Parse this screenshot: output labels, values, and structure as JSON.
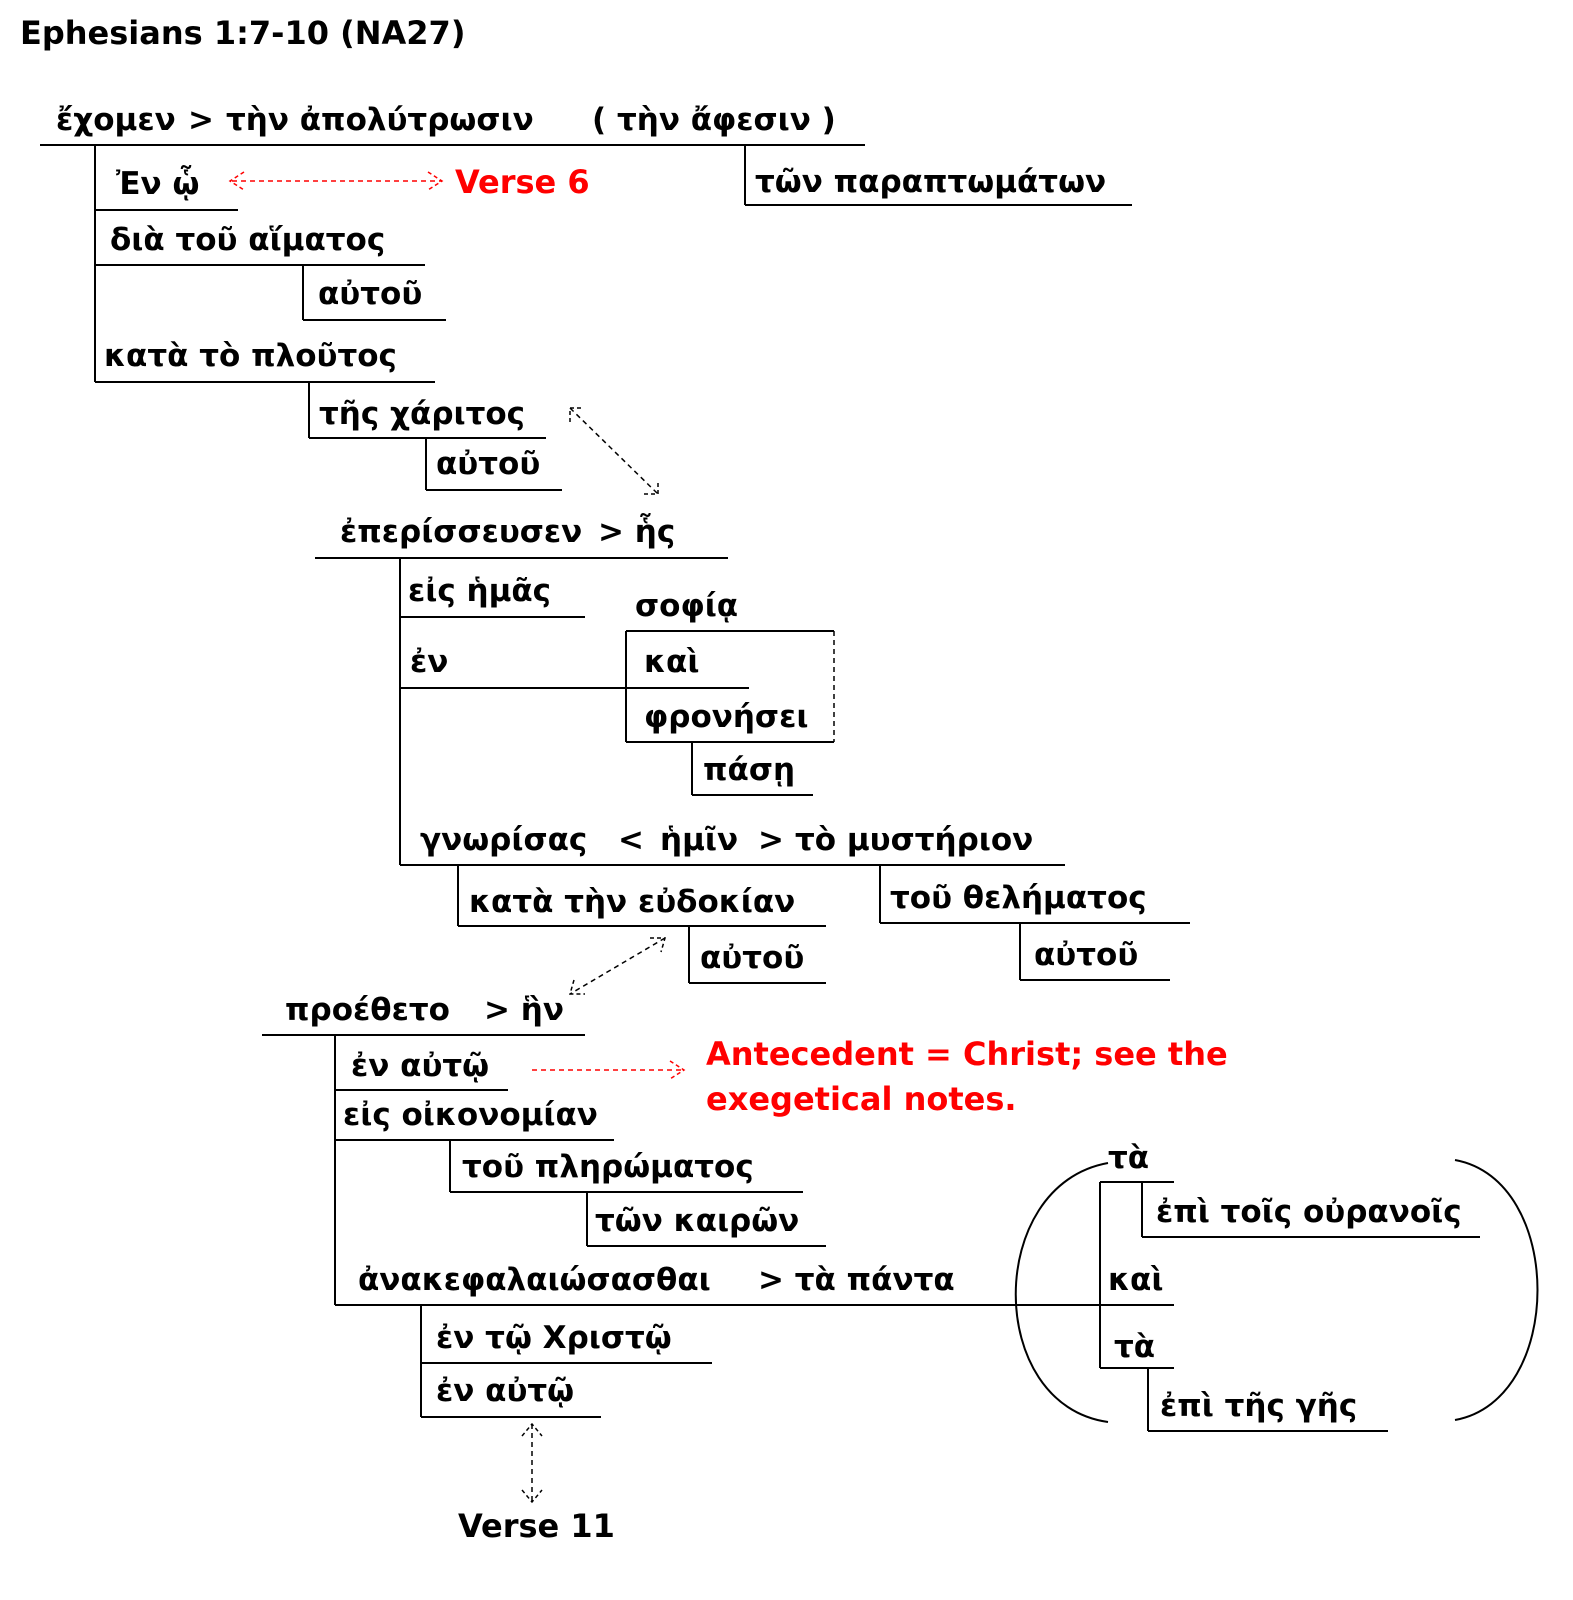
{
  "title": "Ephesians 1:7-10 (NA27)",
  "words": {
    "echomen": "ἔχομεν",
    "gt1": ">",
    "ten_apolytrosin": "τὴν ἀπολύτρωσιν",
    "ten_aphesin": "( τὴν ἄφεσιν )",
    "ton_paraptomaton": "τῶν παραπτωμάτων",
    "en_ho": "Ἐν ᾧ",
    "dia_tou_haimatos": "διὰ τοῦ αἵματος",
    "autou_1": "αὐτοῦ",
    "kata_to_ploutos": "κατὰ τὸ πλοῦτος",
    "tes_charitos": "τῆς χάριτος",
    "autou_2": "αὐτοῦ",
    "eperisseusen": "ἐπερίσσευσεν",
    "hes": "> ἧς",
    "eis_hemas": "εἰς ἡμᾶς",
    "en_1": "ἐν",
    "sophia": "σοφίᾳ",
    "kai_1": "καὶ",
    "phronesei": "φρονήσει",
    "pase": "πάσῃ",
    "gnorisas": "γνωρίσας",
    "lt": "<",
    "hemin": "ἡμῖν",
    "gt2": ">",
    "to_mysterion": "τὸ μυστήριον",
    "kata_ten_eudokian": "κατὰ τὴν εὐδοκίαν",
    "autou_3": "αὐτοῦ",
    "tou_thelematos": "τοῦ θελήματος",
    "autou_4": "αὐτοῦ",
    "proetheto": "προέθετο",
    "hen": "> ἣν",
    "en_auto_1": "ἐν αὐτῷ",
    "eis_oikonomian": "εἰς οἰκονομίαν",
    "tou_pleromatos": "τοῦ πληρώματος",
    "ton_kairon": "τῶν καιρῶν",
    "anakephalaiosasthai": "ἀνακεφαλαιώσασθαι",
    "ta_panta": "> τὰ πάντα",
    "en_to_christo": "ἐν τῷ Χριστῷ",
    "en_auto_2": "ἐν αὐτῷ",
    "ta_1": "τὰ",
    "epi_tois_ouranois": "ἐπὶ τοῖς οὐρανοῖς",
    "kai_2": "καὶ",
    "ta_2": "τὰ",
    "epi_tes_ges": "ἐπὶ τῆς γῆς"
  },
  "annotations": {
    "verse6": "Verse 6",
    "antecedent_line1": "Antecedent = Christ; see the",
    "antecedent_line2": "exegetical notes.",
    "verse11": "Verse 11"
  },
  "colors": {
    "text": "#000000",
    "annotation": "#ff0000",
    "background": "#ffffff"
  }
}
